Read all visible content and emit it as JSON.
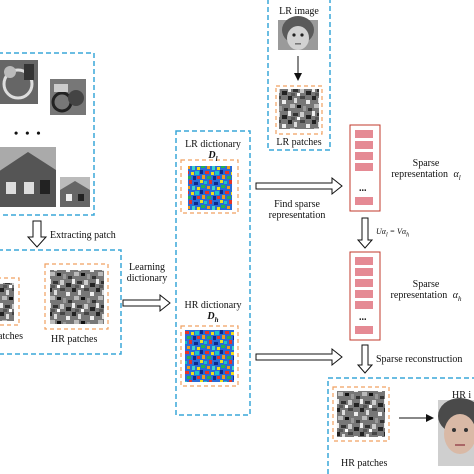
{
  "training": {
    "ellipsis": "• • •",
    "extracting_patch": "Extracting patch",
    "lr_patches_partial": "atches",
    "hr_patches": "HR patches"
  },
  "learning": {
    "line1": "Learning",
    "line2": "dictionary"
  },
  "dictionaries": {
    "lr_title": "LR dictionary",
    "lr_symbol": "D",
    "lr_subscript": "l",
    "hr_title": "HR dictionary",
    "hr_symbol": "D",
    "hr_subscript": "h"
  },
  "lr_input": {
    "title": "LR image",
    "patches": "LR patches"
  },
  "sparse": {
    "find_line1": "Find sparse",
    "find_line2": "representation",
    "rep_l_label": "Sparse",
    "rep_l_line2": "representation",
    "rep_l_symbol": "α",
    "rep_l_sub": "l",
    "relation": "Uα",
    "relation_sub1": "l",
    "relation_mid": " = Vα",
    "relation_sub2": "h",
    "rep_h_label": "Sparse",
    "rep_h_line2": "representation",
    "rep_h_symbol": "α",
    "rep_h_sub": "h",
    "reconstruction": "Sparse reconstruction",
    "cell_dots": "..."
  },
  "output": {
    "hr_patches": "HR patches",
    "hr_image_partial": "HR i"
  },
  "colors": {
    "blue_dash": "#3aa7d8",
    "orange_dash": "#f0a060",
    "vector_cell": "#e58a94",
    "vector_border": "#c0392b"
  }
}
